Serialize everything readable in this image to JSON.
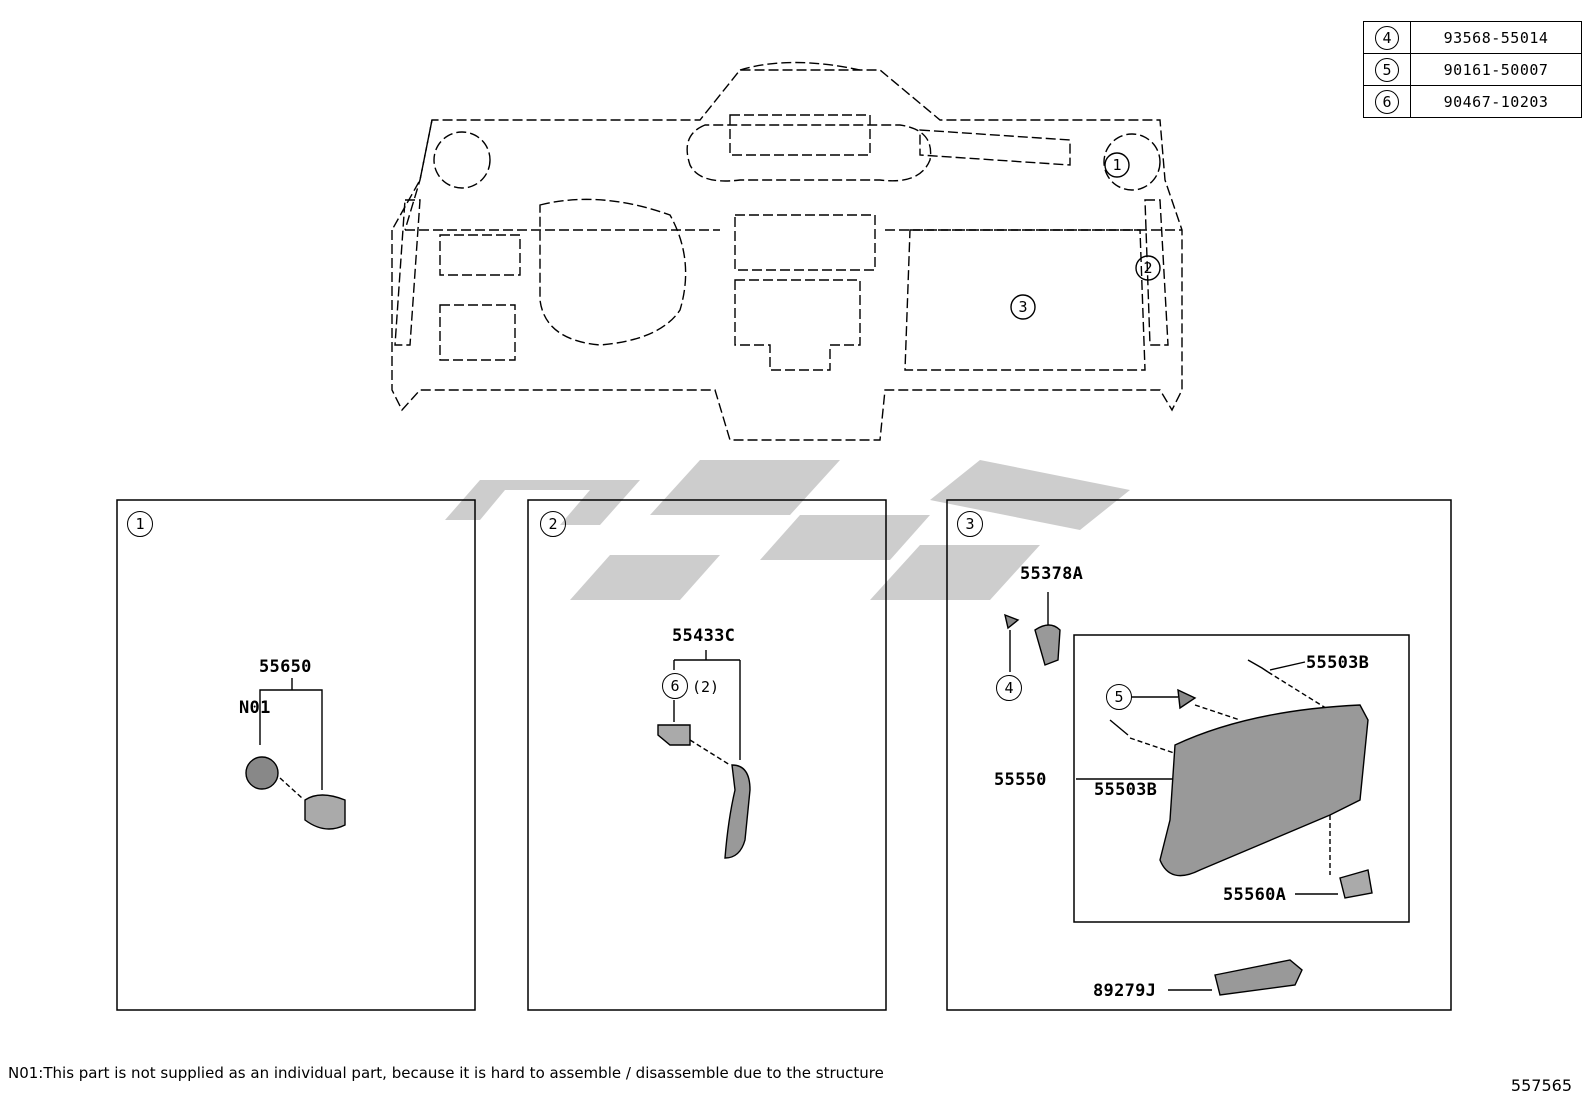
{
  "parts_table": [
    {
      "ref": "4",
      "part_number": "93568-55014"
    },
    {
      "ref": "5",
      "part_number": "90161-50007"
    },
    {
      "ref": "6",
      "part_number": "90467-10203"
    }
  ],
  "overview": {
    "callouts": [
      "1",
      "2",
      "3"
    ]
  },
  "panels": [
    {
      "ref": "1",
      "labels": {
        "main": "55650",
        "sub": "N01"
      }
    },
    {
      "ref": "2",
      "labels": {
        "main": "55433C",
        "fastener_ref": "6",
        "qty": "(2)"
      }
    },
    {
      "ref": "3",
      "labels": {
        "p1": "55378A",
        "fastener_4": "4",
        "p2": "55503B",
        "fastener_5": "5",
        "p3": "55550",
        "p4": "55503B",
        "p5": "55560A",
        "p6": "89279J"
      }
    }
  ],
  "watermark_color": "#c8c8c8",
  "footnote": "N01:This part is not supplied as an individual part, because it is hard to assemble / disassemble due to the structure",
  "diagram_id": "557565"
}
